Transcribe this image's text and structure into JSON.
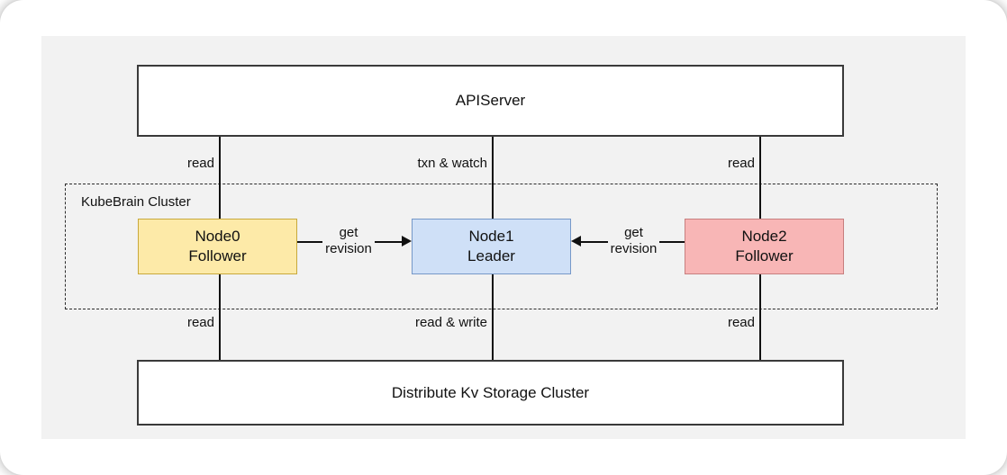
{
  "diagram": {
    "title_box": {
      "label": "APIServer"
    },
    "storage_box": {
      "label": "Distribute Kv Storage Cluster"
    },
    "cluster_zone": {
      "label": "KubeBrain Cluster"
    },
    "nodes": [
      {
        "name": "Node0",
        "role": "Follower",
        "fill": "#fdeaa8",
        "stroke": "#c8a93c"
      },
      {
        "name": "Node1",
        "role": "Leader",
        "fill": "#cfe0f7",
        "stroke": "#7698c8"
      },
      {
        "name": "Node2",
        "role": "Follower",
        "fill": "#f8b6b6",
        "stroke": "#c77f7f"
      }
    ],
    "edges": {
      "api_to_node0": "read",
      "api_to_node1": "txn & watch",
      "api_to_node2": "read",
      "node0_to_node1_l1": "get",
      "node0_to_node1_l2": "revision",
      "node2_to_node1_l1": "get",
      "node2_to_node1_l2": "revision",
      "node0_to_storage": "read",
      "node1_to_storage": "read & write",
      "node2_to_storage": "read"
    }
  }
}
